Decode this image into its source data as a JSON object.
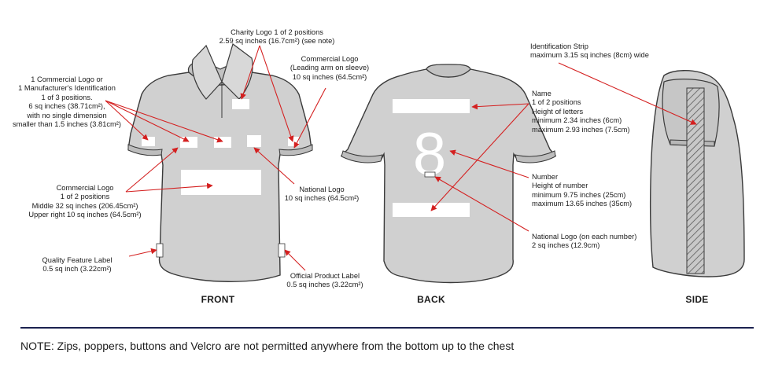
{
  "views": {
    "front": "FRONT",
    "back": "BACK",
    "side": "SIDE"
  },
  "annotations": {
    "charity_logo": "Charity Logo 1 of 2 positions\n2.59 sq inches (16.7cm²) (see note)",
    "commercial_sleeve": "Commercial Logo\n(Leading arm on sleeve)\n10 sq inches (64.5cm²)",
    "commercial_manufacturer": "1 Commercial Logo or\n1 Manufacturer's Identification\n1 of 3 positions.\n6 sq inches (38.71cm²),\nwith no single dimension\nsmaller than 1.5 inches (3.81cm²)",
    "commercial_front": "Commercial Logo\n1 of 2 positions\nMiddle 32 sq inches (206.45cm²)\nUpper right 10 sq inches (64.5cm²)",
    "national_logo": "National Logo\n10 sq inches (64.5cm²)",
    "quality_label": "Quality Feature Label\n0.5 sq inch (3.22cm²)",
    "official_label": "Official Product Label\n0.5 sq inches (3.22cm²)",
    "identification_strip": "Identification Strip\nmaximum 3.15 sq inches (8cm) wide",
    "name": "Name\n1 of 2 positions\nHeight of letters\nminimum 2.34 inches (6cm)\nmaximum 2.93 inches (7.5cm)",
    "number": "Number\nHeight of number\nminimum 9.75 inches (25cm)\nmaximum 13.65 inches (35cm)",
    "national_on_number": "National Logo (on each number)\n2 sq inches (12.9cm)"
  },
  "jersey_number": "8",
  "note": "NOTE: Zips, poppers, buttons and Velcro are not permitted anywhere from the bottom up to the chest",
  "colors": {
    "shirt": "#d0d0d0",
    "outline": "#3a3a3a",
    "arrow": "#d42020",
    "rule": "#1b2250"
  }
}
